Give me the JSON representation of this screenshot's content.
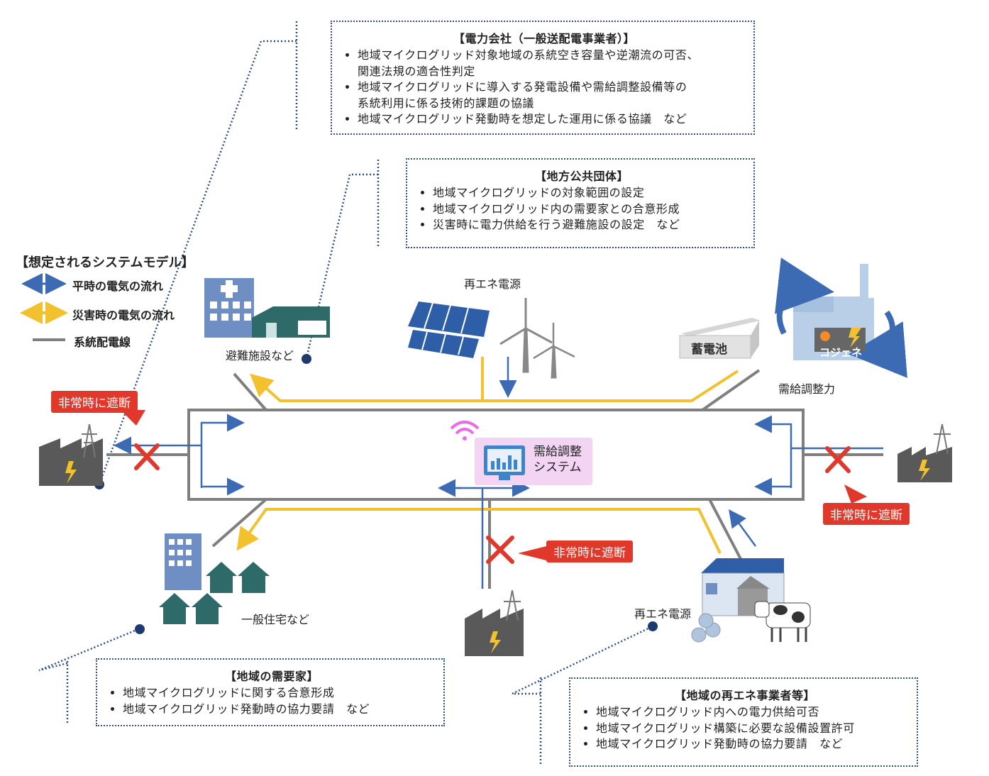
{
  "boxes": {
    "power_company": {
      "title": "【電力会社（一般送配電事業者）】",
      "items": [
        "地域マイクログリッド対象地域の系統空き容量や逆潮流の可否、",
        "地域マイクログリッドに導入する発電設備や需給調整設備等の",
        "地域マイクログリッド発動時を想定した運用に係る協議　など"
      ],
      "continuations": [
        "関連法規の適合性判定",
        "系統利用に係る技術的課題の協議"
      ]
    },
    "local_government": {
      "title": "【地方公共団体】",
      "items": [
        "地域マイクログリッドの対象範囲の設定",
        "地域マイクログリッド内の需要家との合意形成",
        "災害時に電力供給を行う避難施設の設定　など"
      ]
    },
    "consumers": {
      "title": "【地域の需要家】",
      "items": [
        "地域マイクログリッドに関する合意形成",
        "地域マイクログリッド発動時の協力要請　など"
      ]
    },
    "renewable_operators": {
      "title": "【地域の再エネ事業者等】",
      "items": [
        "地域マイクログリッド内への電力供給可否",
        "地域マイクログリッド構築に必要な設備設置許可",
        "地域マイクログリッド発動時の協力要請　など"
      ]
    }
  },
  "legend": {
    "title": "【想定されるシステムモデル】",
    "normal_flow": "平時の電気の流れ",
    "disaster_flow": "災害時の電気の流れ",
    "grid_line": "系統配電線"
  },
  "labels": {
    "evacuation": "避難施設など",
    "renewable_top": "再エネ電源",
    "storage_battery": "蓄電池",
    "cogeneration": "コジェネ",
    "supply_demand_capacity": "需給調整力",
    "houses": "一般住宅など",
    "renewable_bottom": "再エネ電源",
    "system_line1": "需給調整",
    "system_line2": "システム"
  },
  "tags": {
    "cutoff_left": "非常時に遮断",
    "cutoff_right": "非常時に遮断",
    "cutoff_bottom": "非常時に遮断"
  },
  "colors": {
    "normal_flow": "#3d6bb3",
    "disaster_flow": "#f2c12e",
    "grid_line": "#7f7f7f",
    "cutoff": "#e0382b",
    "box_border": "#2f4f86",
    "system_bg": "#f3d4f3"
  }
}
